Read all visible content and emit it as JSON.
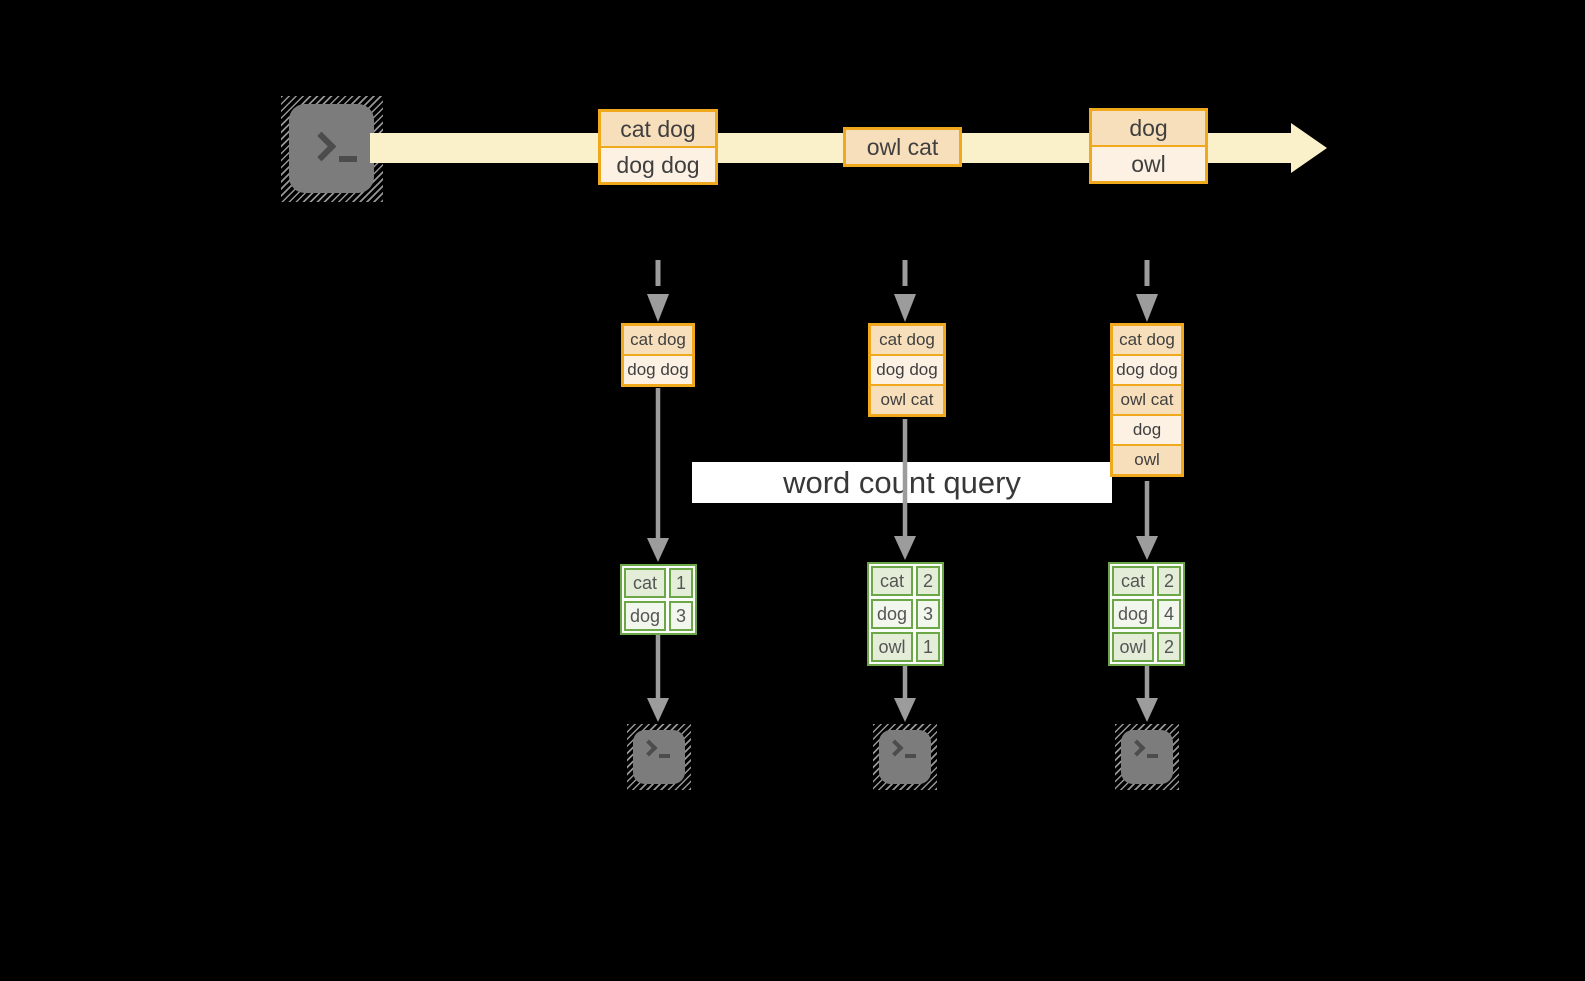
{
  "banner": {
    "label": "word count query"
  },
  "icons": {
    "source": "terminal-icon",
    "sinks": [
      "terminal-icon",
      "terminal-icon",
      "terminal-icon"
    ]
  },
  "colors": {
    "background": "#000000",
    "stream_band": "#FAF0C9",
    "amber_border": "#F0A81D",
    "record_peach": "#F8DFBC",
    "record_cream": "#FCF1E2",
    "green_border": "#6BA746",
    "table_row_dark": "#E3EDD8",
    "table_row_light": "#F2F7EE",
    "arrow_gray": "#9C9C9C",
    "terminal_gray": "#7C7C7C",
    "banner_bg": "#FFFFFF"
  },
  "messages": [
    [
      "cat dog",
      "dog dog"
    ],
    [
      "owl cat"
    ],
    [
      "dog",
      "owl"
    ]
  ],
  "stacks": [
    [
      "cat dog",
      "dog dog"
    ],
    [
      "cat dog",
      "dog dog",
      "owl cat"
    ],
    [
      "cat dog",
      "dog dog",
      "owl cat",
      "dog",
      "owl"
    ]
  ],
  "tables": [
    [
      [
        "cat",
        "1"
      ],
      [
        "dog",
        "3"
      ]
    ],
    [
      [
        "cat",
        "2"
      ],
      [
        "dog",
        "3"
      ],
      [
        "owl",
        "1"
      ]
    ],
    [
      [
        "cat",
        "2"
      ],
      [
        "dog",
        "4"
      ],
      [
        "owl",
        "2"
      ]
    ]
  ]
}
